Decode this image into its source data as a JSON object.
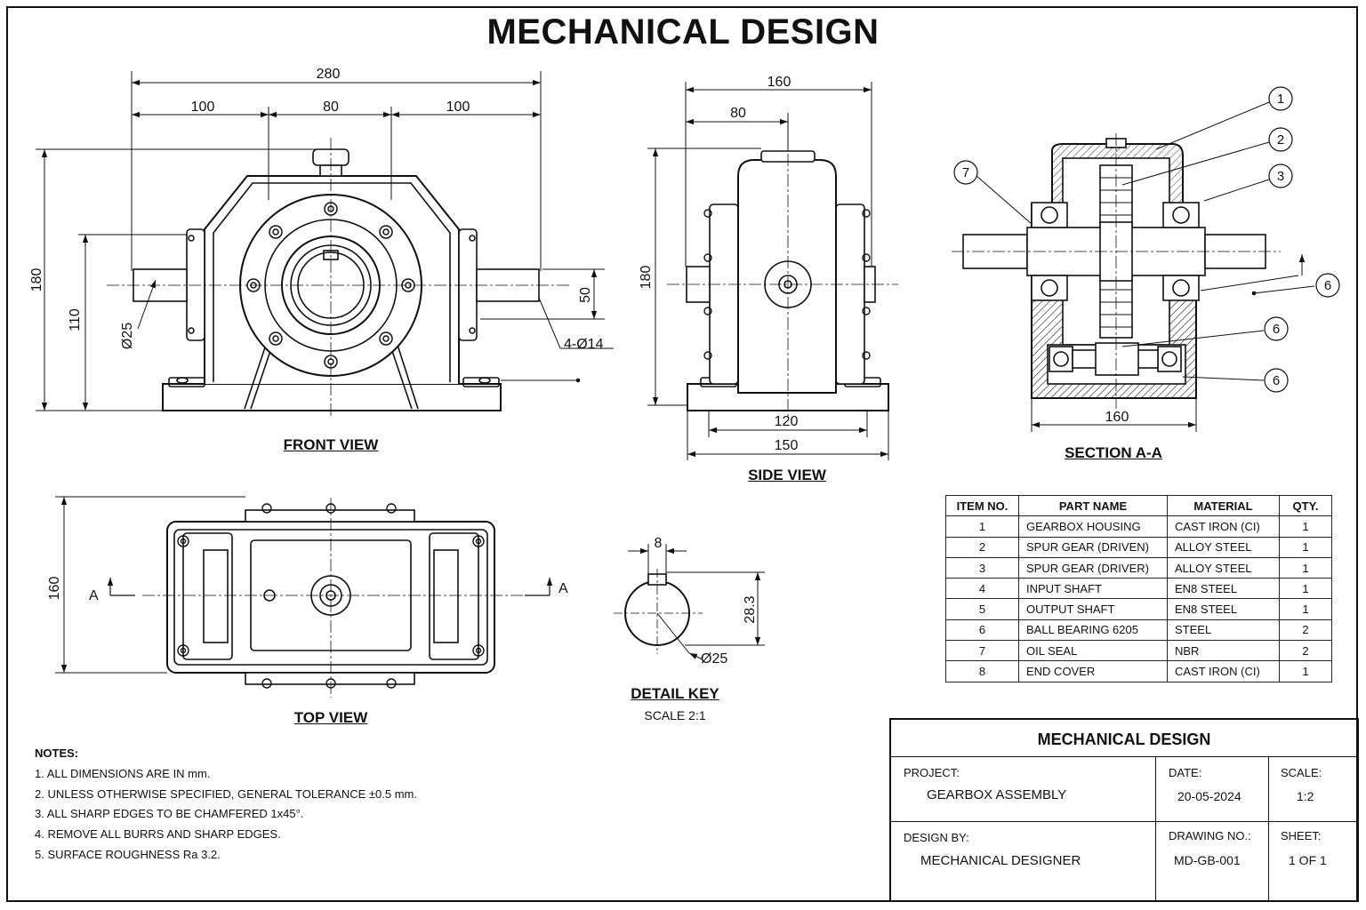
{
  "page_title": "MECHANICAL DESIGN",
  "views": {
    "front": "FRONT VIEW",
    "side": "SIDE VIEW",
    "section": "SECTION A-A",
    "top": "TOP VIEW",
    "detail": "DETAIL KEY",
    "detail_scale": "SCALE 2:1"
  },
  "dimensions": {
    "front": [
      "280",
      "100",
      "80",
      "100",
      "180",
      "110",
      "Ø25",
      "50",
      "4-Ø14"
    ],
    "side": [
      "160",
      "80",
      "180",
      "120",
      "150"
    ],
    "section": [
      "160"
    ],
    "top": [
      "160",
      "A",
      "A"
    ],
    "detail": [
      "8",
      "28.3",
      "Ø25"
    ]
  },
  "balloons": [
    "1",
    "2",
    "3",
    "7",
    "6",
    "6",
    "6"
  ],
  "notes": {
    "heading": "NOTES:",
    "items": [
      "1. ALL DIMENSIONS ARE IN mm.",
      "2. UNLESS OTHERWISE SPECIFIED, GENERAL TOLERANCE ±0.5 mm.",
      "3. ALL SHARP EDGES TO BE CHAMFERED  1x45°.",
      "4. REMOVE ALL BURRS AND SHARP EDGES.",
      "5. SURFACE ROUGHNESS Ra 3.2."
    ]
  },
  "bom": {
    "headers": [
      "ITEM NO.",
      "PART NAME",
      "MATERIAL",
      "QTY."
    ],
    "rows": [
      [
        "1",
        "GEARBOX HOUSING",
        "CAST IRON (CI)",
        "1"
      ],
      [
        "2",
        "SPUR GEAR (DRIVEN)",
        "ALLOY STEEL",
        "1"
      ],
      [
        "3",
        "SPUR GEAR (DRIVER)",
        "ALLOY STEEL",
        "1"
      ],
      [
        "4",
        "INPUT SHAFT",
        "EN8 STEEL",
        "1"
      ],
      [
        "5",
        "OUTPUT SHAFT",
        "EN8 STEEL",
        "1"
      ],
      [
        "6",
        "BALL BEARING 6205",
        "STEEL",
        "2"
      ],
      [
        "7",
        "OIL SEAL",
        "NBR",
        "2"
      ],
      [
        "8",
        "END COVER",
        "CAST IRON (CI)",
        "1"
      ]
    ]
  },
  "title_block": {
    "heading": "MECHANICAL DESIGN",
    "project_label": "PROJECT:",
    "project_value": "GEARBOX ASSEMBLY",
    "date_label": "DATE:",
    "date_value": "20-05-2024",
    "scale_label": "SCALE:",
    "scale_value": "1:2",
    "design_label": "DESIGN BY:",
    "design_value": "MECHANICAL DESIGNER",
    "drawing_label": "DRAWING NO.:",
    "drawing_value": "MD-GB-001",
    "sheet_label": "SHEET:",
    "sheet_value": "1 OF 1"
  }
}
